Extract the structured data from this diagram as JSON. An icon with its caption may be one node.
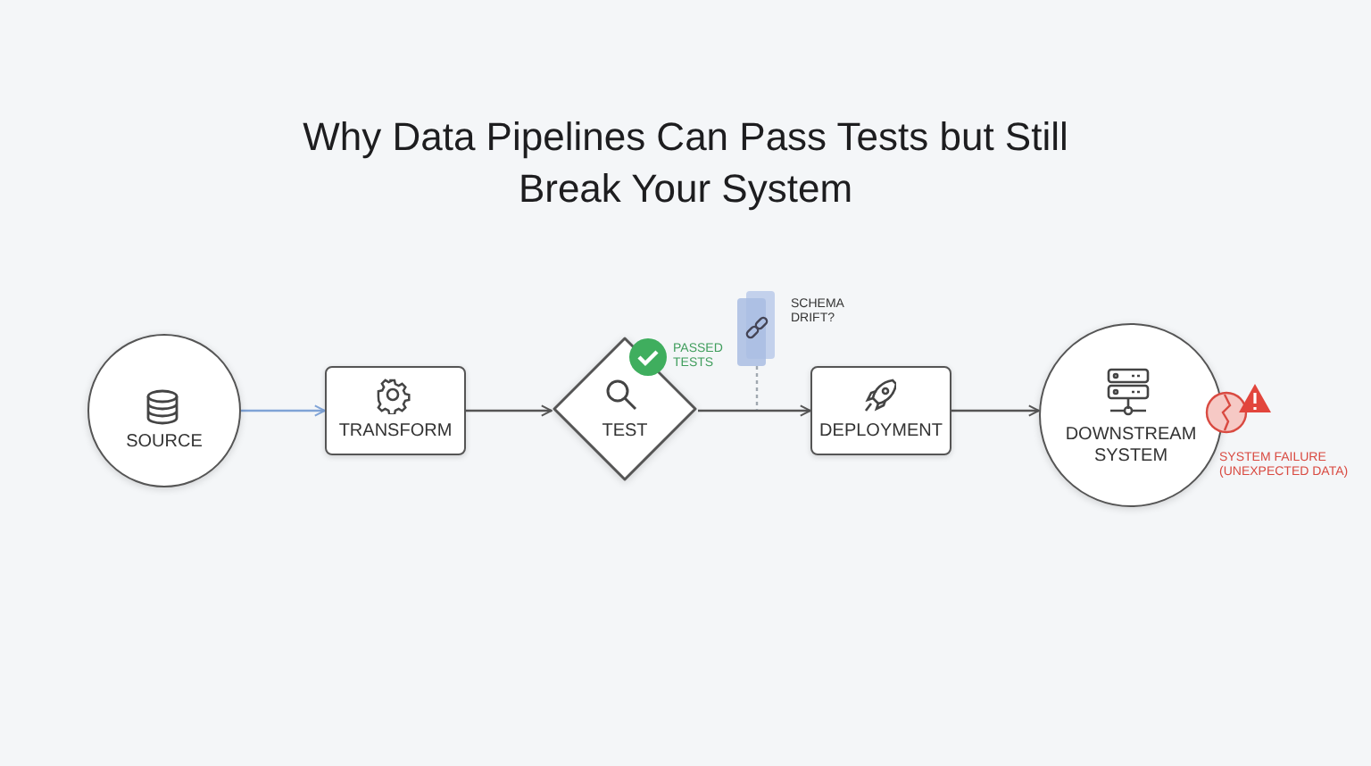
{
  "diagram": {
    "title": "Why Data Pipelines Can Pass Tests but Still Break Your System",
    "nodes": [
      {
        "text": [
          "SOURCE"
        ]
      },
      {
        "text": [
          "TRANSFORM"
        ]
      },
      {
        "text": [
          "TEST"
        ],
        "beside": [
          "PASSED TESTS"
        ]
      },
      {
        "text": [
          "DEPLOYMENT"
        ]
      },
      {
        "text": [
          "DOWNSTREAM SYSTEM"
        ],
        "beside": [
          "SYSTEM FAILURE (UNEXPECTED DATA)"
        ]
      },
      {
        "text": [
          "SCHEMA DRIFT?"
        ]
      }
    ],
    "edges": [
      {
        "from": 0,
        "to": 1,
        "arrow": "to",
        "color": "#7fa3d6"
      },
      {
        "from": 1,
        "to": 2,
        "arrow": "to"
      },
      {
        "from": 2,
        "to": 3,
        "arrow": "to"
      },
      {
        "from": 3,
        "to": 4,
        "arrow": "to"
      },
      {
        "from": 5,
        "to": null,
        "arrow": "none",
        "style": "dashed",
        "color": "#a0a8b0"
      }
    ]
  }
}
